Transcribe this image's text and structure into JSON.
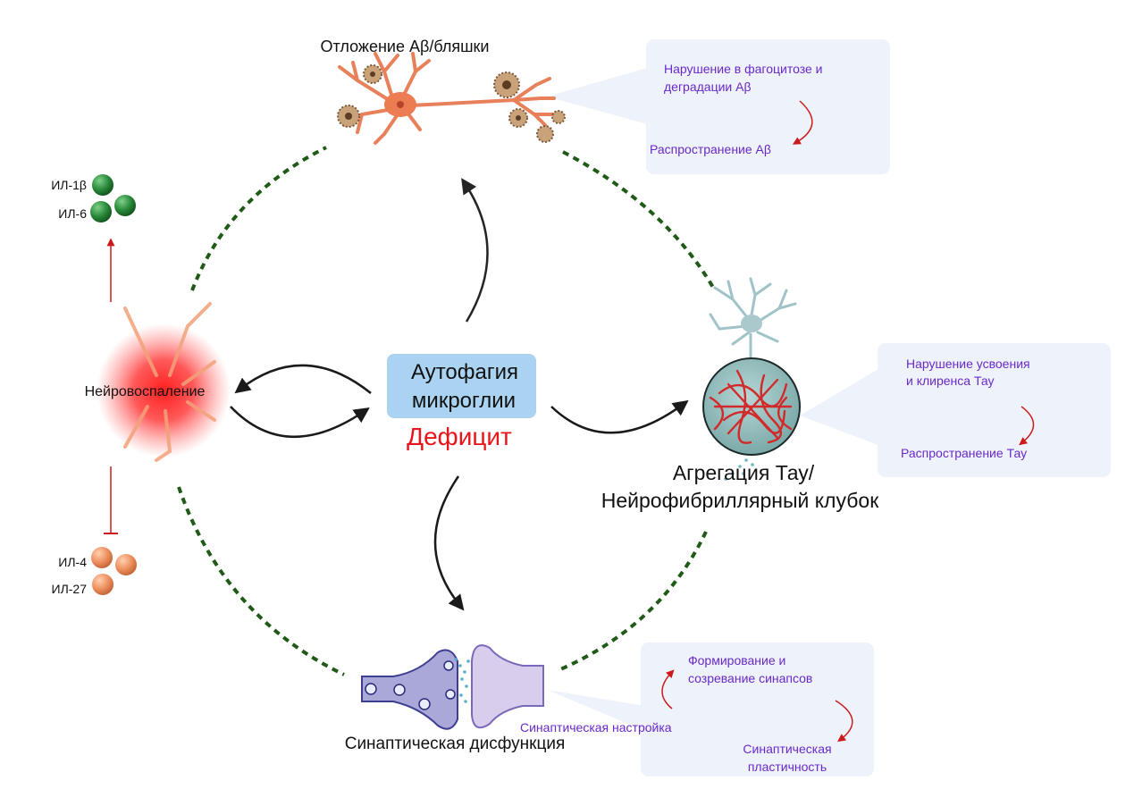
{
  "center": {
    "title_line1": "Аутофагия",
    "title_line2": "микроглии",
    "deficit": "Дефицит"
  },
  "nodes": {
    "plaques": "Отложение Аβ/бляшки",
    "neuroinflammation": "Нейровоспаление",
    "tau_line1": "Агрегация Тау/",
    "tau_line2": "Нейрофибриллярный клубок",
    "synapse": "Синаптическая дисфункция"
  },
  "cytokines": {
    "pro": [
      "ИЛ-1β",
      "ИЛ-6"
    ],
    "anti": [
      "ИЛ-4",
      "ИЛ-27"
    ]
  },
  "callouts": {
    "abeta": {
      "line1": "Нарушение в фагоцитозе и",
      "line2": "деградации Аβ",
      "spread": "Распространение Аβ"
    },
    "tau": {
      "line1": "Нарушение усвоения",
      "line2": "и клиренса Тау",
      "spread": "Распространение Тау"
    },
    "synapse": {
      "line1": "Формирование и",
      "line2": "созревание синапсов",
      "tuning": "Синаптическая настройка",
      "plast1": "Синаптическая",
      "plast2": "пластичность"
    }
  },
  "colors": {
    "center_box": "#a9d3f0",
    "deficit": "#e8141a",
    "callout_text": "#6a2ac8",
    "callout_bg": "#edf2fb",
    "dashed_circle": "#1f5a16",
    "pro_cytokine": "#2e8b3e",
    "anti_cytokine": "#ee9060",
    "inflammation_glow": "#ff2a2a",
    "red_arrow": "#cc1a1a"
  }
}
